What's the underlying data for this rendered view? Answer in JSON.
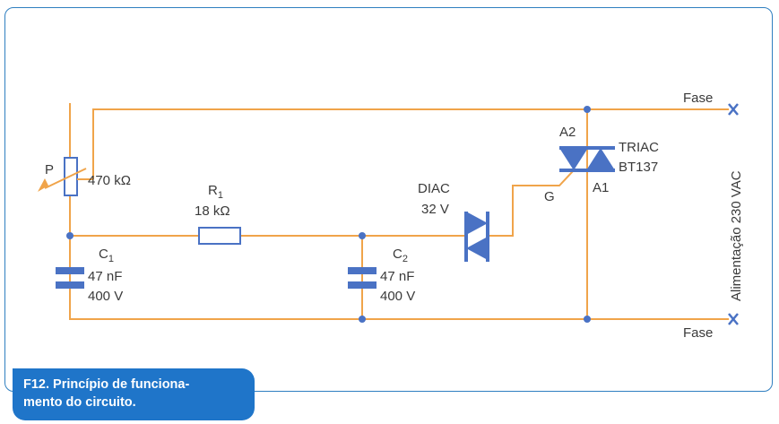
{
  "caption": {
    "line1": "F12. Princípio de funciona-",
    "line2": "mento do circuito."
  },
  "components": {
    "pot": {
      "name": "P",
      "value": "470 kΩ"
    },
    "r1": {
      "name": "R",
      "sub": "1",
      "value": "18 kΩ"
    },
    "c1": {
      "name": "C",
      "sub": "1",
      "cap": "47 nF",
      "volt": "400 V"
    },
    "c2": {
      "name": "C",
      "sub": "2",
      "cap": "47 nF",
      "volt": "400 V"
    },
    "diac": {
      "name": "DIAC",
      "value": "32 V"
    },
    "triac": {
      "name": "TRIAC",
      "part": "BT137",
      "a1": "A1",
      "a2": "A2",
      "gate": "G"
    }
  },
  "supply": {
    "top": "Fase",
    "bottom": "Fase",
    "label": "Alimentação 230 VAC"
  },
  "colors": {
    "wire": "#f0a44a",
    "component": "#4a72c4",
    "border": "#2f7fc0",
    "caption_bg": "#1f75c9"
  }
}
